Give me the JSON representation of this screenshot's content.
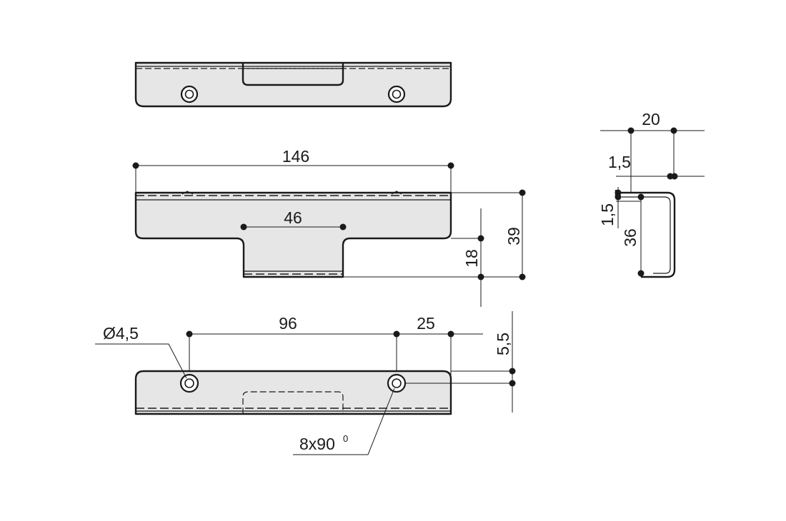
{
  "dimensions": {
    "overall_length": "146",
    "recess_width": "46",
    "height_total": "39",
    "tab_height": "18",
    "hole_spacing": "96",
    "hole_edge_offset": "25",
    "hole_diameter": "Ø4,5",
    "hole_from_edge": "5,5",
    "countersink": "8x90",
    "countersink_sup": "0",
    "profile_depth": "20",
    "profile_height": "36",
    "wall_top": "1,5",
    "wall_side": "1,5"
  }
}
